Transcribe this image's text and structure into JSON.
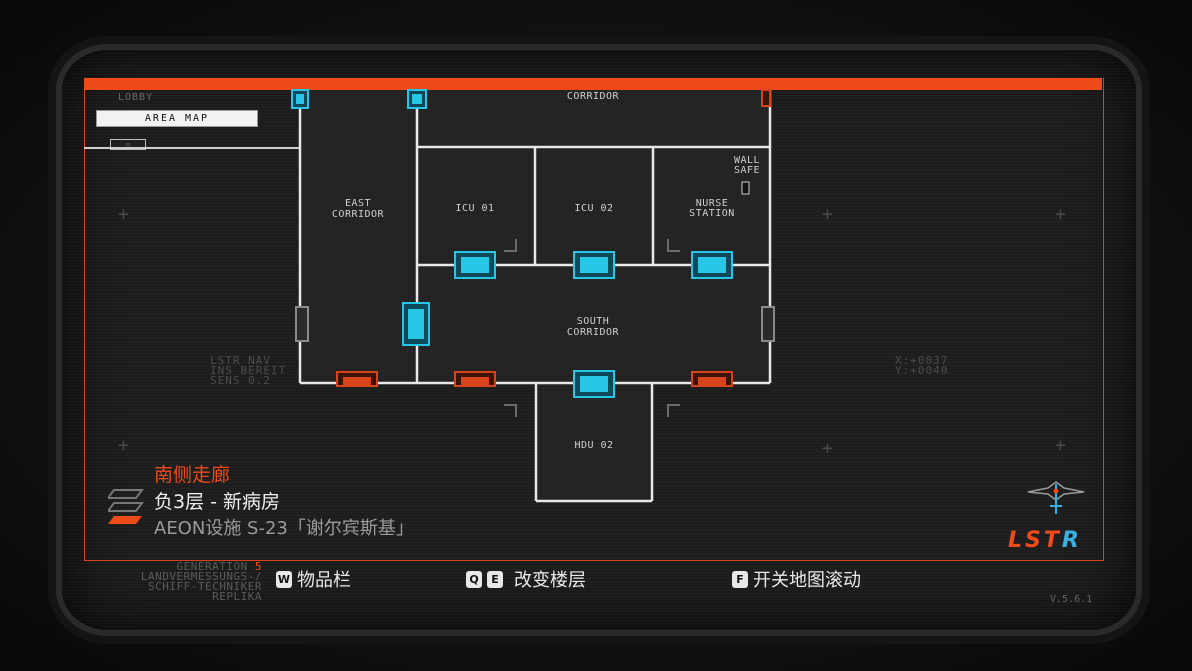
{
  "header": {
    "lobby_label": "LOBBY",
    "area_map_tab": "AREA MAP"
  },
  "hud": {
    "nav_lines": "LSTR NAV\nINS BEREIT\nSENS 0.2",
    "coords": "X:+0037\nY:+0040"
  },
  "map": {
    "rooms": {
      "corridor": "CORRIDOR",
      "east_corridor_1": "EAST",
      "east_corridor_2": "CORRIDOR",
      "icu01": "ICU 01",
      "icu02": "ICU 02",
      "nurse_1": "NURSE",
      "nurse_2": "STATION",
      "wall_safe_1": "WALL",
      "wall_safe_2": "SAFE",
      "south_1": "SOUTH",
      "south_2": "CORRIDOR",
      "hdu02": "HDU 02"
    }
  },
  "location": {
    "name": "南侧走廊",
    "floor": "负3层 - 新病房",
    "facility": "AEON设施 S-23「谢尔宾斯基」"
  },
  "footer": {
    "gen_line1": "GENERATION",
    "gen_num": "5",
    "gen_line2": "LANDVERMESSUNGS-/",
    "gen_line3": "SCHIFF-TECHNIKER",
    "gen_line4": "REPLIKA",
    "hint_inventory_key": "W",
    "hint_inventory": "物品栏",
    "hint_floor_key1": "Q",
    "hint_floor_key2": "E",
    "hint_floor": "改变楼层",
    "hint_scroll_key": "F",
    "hint_scroll": "开关地图滚动",
    "version": "V.5.6.1",
    "logo_main": "LST",
    "logo_r": "R"
  },
  "colors": {
    "accent": "#ee4a1a",
    "door_open": "#27c6e6",
    "door_locked": "#d8431b",
    "wall": "#e8e8e8"
  }
}
